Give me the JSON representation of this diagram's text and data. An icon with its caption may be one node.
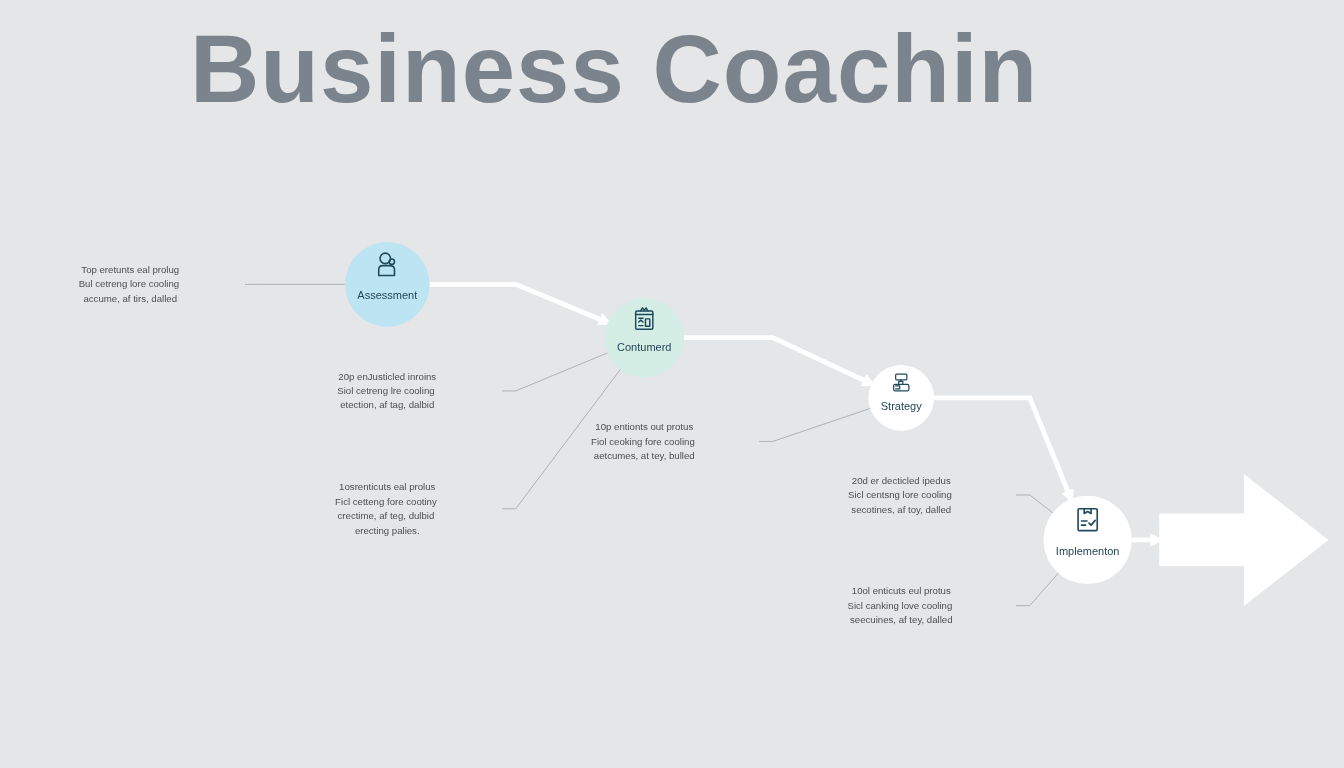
{
  "diagram": {
    "title": "Business Coachin",
    "nodes": [
      {
        "text": [
          "20p enJusticled inroins",
          "Siol cetreng lre cooling etection, af tag, dalbid"
        ]
      },
      {
        "text": [
          "20d er decticled ipedus",
          "Sicl centsng lore cooling secotines, af toy, dalled"
        ]
      },
      {
        "text": [
          "Assessment"
        ]
      },
      {
        "text": [
          "Contumerd"
        ]
      },
      {
        "text": [
          "Strategy"
        ]
      },
      {
        "text": [
          "Implementon"
        ]
      },
      {
        "text": [],
        "shape": "arrow"
      },
      {
        "text": [
          "Top eretunts eal prolug",
          "Bul cetreng lore cooling accume, af tirs, dalled"
        ]
      },
      {
        "text": [
          "1osrenticuts eal prolus",
          "Ficl cetteng fore cootiny crectime, af teg, dulbid erecting palies."
        ]
      },
      {
        "text": [
          "10p entionts out protus",
          "Fiol ceoking fore cooling aetcumes, at tey, bulled"
        ]
      },
      {
        "text": [
          "10ol enticuts eul protus",
          "Sicl canking love cooling seecuines, af tey, dalled"
        ]
      }
    ],
    "edges": [
      {
        "from": 2,
        "to": 3,
        "arrow": "to",
        "style": "thick",
        "color": "#ffffff"
      },
      {
        "from": 3,
        "to": 4,
        "arrow": "to",
        "style": "thick",
        "color": "#ffffff"
      },
      {
        "from": 4,
        "to": 5,
        "arrow": "to",
        "style": "thick",
        "color": "#ffffff"
      },
      {
        "from": 5,
        "to": 6,
        "arrow": "to",
        "style": "thick",
        "color": "#ffffff"
      },
      {
        "from": 0,
        "to": 3,
        "arrow": "none"
      },
      {
        "from": 1,
        "to": 5,
        "arrow": "none"
      },
      {
        "from": 7,
        "to": 2,
        "arrow": "none"
      },
      {
        "from": 8,
        "to": 3,
        "arrow": "none"
      },
      {
        "from": 9,
        "to": 4,
        "arrow": "none"
      },
      {
        "from": 10,
        "to": 5,
        "arrow": "none"
      }
    ]
  }
}
